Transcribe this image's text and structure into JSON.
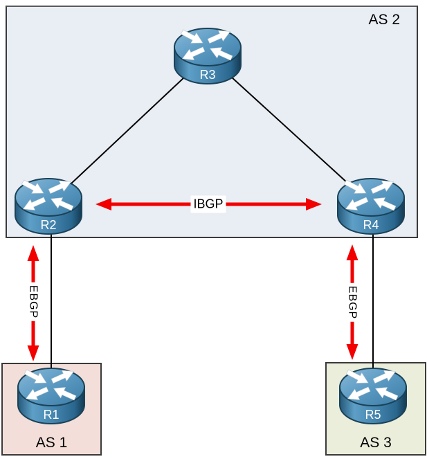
{
  "as_groups": [
    {
      "label": "AS 2"
    },
    {
      "label": "AS 1"
    },
    {
      "label": "AS 3"
    }
  ],
  "routers": [
    {
      "label": "R3",
      "as": "AS 2"
    },
    {
      "label": "R2",
      "as": "AS 2"
    },
    {
      "label": "R4",
      "as": "AS 2"
    },
    {
      "label": "R1",
      "as": "AS 1"
    },
    {
      "label": "R5",
      "as": "AS 3"
    }
  ],
  "session_labels": {
    "ibgp": "IBGP",
    "ebgp_left": "EBGP",
    "ebgp_right": "EBGP"
  },
  "connections": [
    {
      "from": "R3",
      "to": "R2",
      "kind": "physical-link"
    },
    {
      "from": "R3",
      "to": "R4",
      "kind": "physical-link"
    },
    {
      "from": "R2",
      "to": "R1",
      "kind": "physical-link"
    },
    {
      "from": "R4",
      "to": "R5",
      "kind": "physical-link"
    },
    {
      "from": "R2",
      "to": "R4",
      "kind": "bgp-session",
      "label": "IBGP"
    },
    {
      "from": "R2",
      "to": "R1",
      "kind": "bgp-session",
      "label": "EBGP"
    },
    {
      "from": "R4",
      "to": "R5",
      "kind": "bgp-session",
      "label": "EBGP"
    }
  ],
  "colors": {
    "arrow_red": "#f20000",
    "as2_fill": "#e9edf4",
    "as1_fill": "#f3ded9",
    "as3_fill": "#eaeedb",
    "link_black": "#000000",
    "router_blue": "#4d8ab1",
    "border": "#3a3a3a"
  }
}
